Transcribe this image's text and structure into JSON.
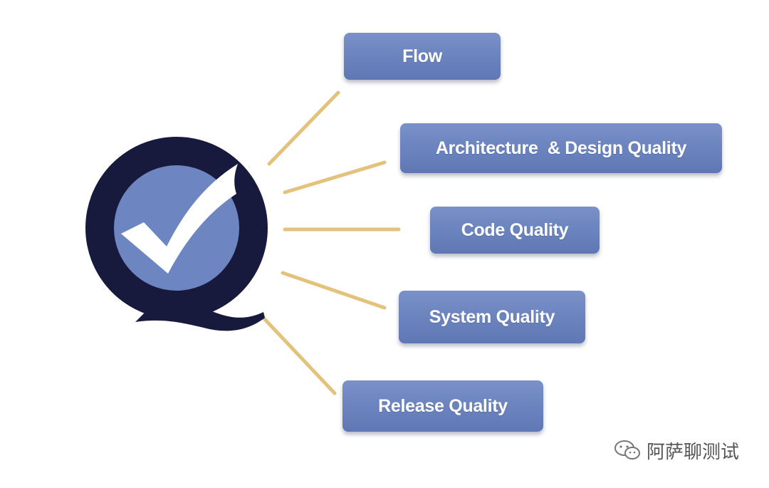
{
  "diagram": {
    "items": [
      {
        "label": "Flow"
      },
      {
        "label": "Architecture  & Design Quality"
      },
      {
        "label": "Code Quality"
      },
      {
        "label": "System Quality"
      },
      {
        "label": "Release Quality"
      }
    ]
  },
  "watermark": {
    "text": "阿萨聊测试"
  },
  "colors": {
    "box_fill": "#6a82bd",
    "connector": "#e3c27c",
    "logo_ring": "#171a3d",
    "logo_inner": "#6d85c0",
    "check": "#ffffff"
  }
}
